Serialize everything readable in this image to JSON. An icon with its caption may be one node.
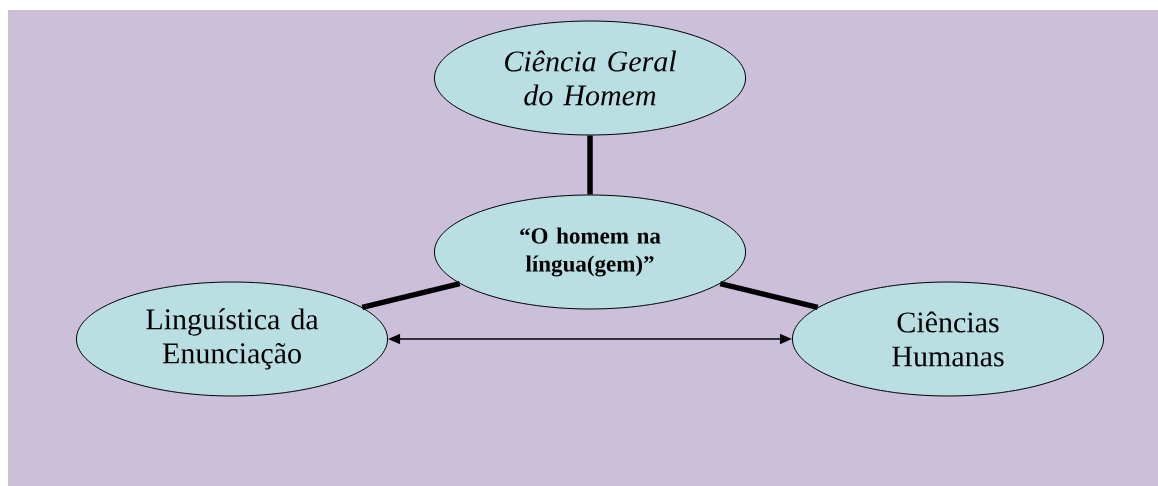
{
  "diagram": {
    "nodes": [
      {
        "text": [
          "Ciência Geral do Homem"
        ]
      },
      {
        "text": [
          "“O homem na língua(gem)”"
        ]
      },
      {
        "text": [
          "Linguística da Enunciação"
        ]
      },
      {
        "text": [
          "Ciências Humanas"
        ]
      }
    ],
    "edges": [
      {
        "from": 0,
        "to": 1,
        "arrow": "none"
      },
      {
        "from": 1,
        "to": 2,
        "arrow": "none"
      },
      {
        "from": 1,
        "to": 3,
        "arrow": "none"
      },
      {
        "from": 2,
        "to": 3,
        "arrow": "both"
      }
    ]
  }
}
